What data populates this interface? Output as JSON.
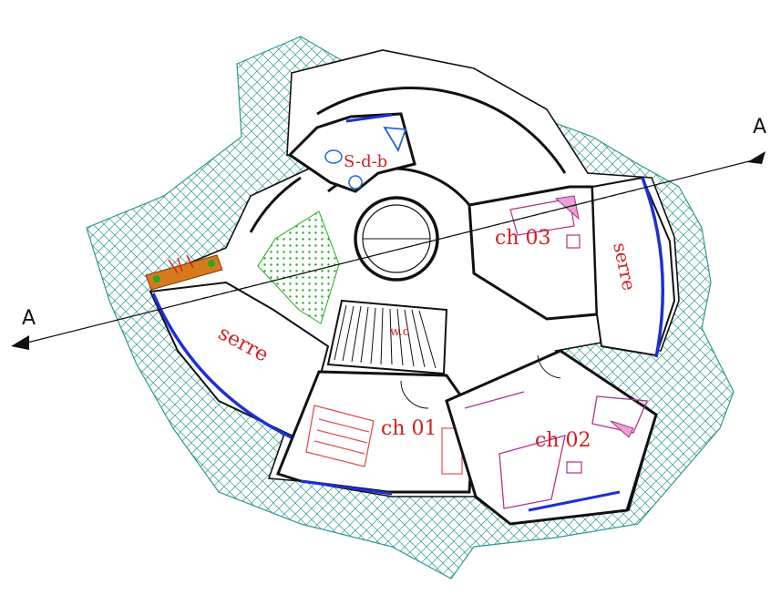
{
  "labels": {
    "section_mark_right": "A",
    "section_mark_left": "A",
    "room_sdb": "S-d-b",
    "room_ch03": "ch 03",
    "room_serre_right": "serre",
    "room_serre_left": "serre",
    "room_wc": "w.c",
    "room_ch01": "ch 01",
    "room_ch02": "ch 02"
  },
  "colors": {
    "hatch": "#2a9a8e",
    "wall": "#111111",
    "window": "#1d2fd6",
    "room_text": "#d42020",
    "fixture_blue": "#2266dd",
    "furniture_magenta": "#b0308a",
    "furniture_red": "#e05050",
    "planter_green": "#22aa22"
  }
}
